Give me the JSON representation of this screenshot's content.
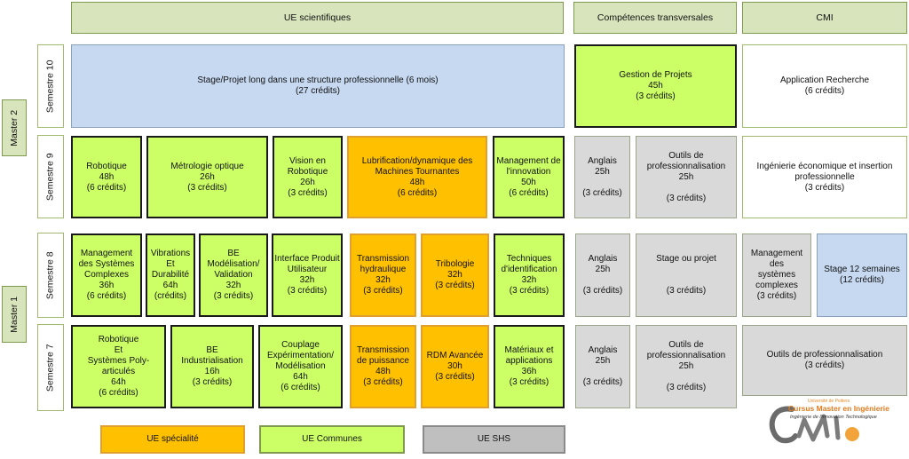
{
  "headers": {
    "ue_sci": "UE scientifiques",
    "comp": "Compétences transversales",
    "cmi": "CMI"
  },
  "masters": {
    "m2": "Master 2",
    "m1": "Master 1"
  },
  "semesters": {
    "s10": "Semestre 10",
    "s9": "Semestre 9",
    "s8": "Semestre 8",
    "s7": "Semestre 7"
  },
  "s10": {
    "stage": "Stage/Projet long dans une structure professionnelle (6 mois)\n(27 crédits)",
    "gestion": "Gestion de Projets\n45h\n(3 crédits)",
    "app_rech": "Application Recherche\n(6 crédits)"
  },
  "s9": {
    "robotique": "Robotique\n48h\n(6 crédits)",
    "metrologie": "Métrologie optique\n26h\n(3 crédits)",
    "vision": "Vision en\nRobotique\n26h\n(3 crédits)",
    "lubrification": "Lubrification/dynamique des\nMachines Tournantes\n48h\n(6 crédits)",
    "management_innov": "Management de\nl'innovation\n50h\n(6 crédits)",
    "anglais": "Anglais\n25h\n\n(3 crédits)",
    "outils": "Outils de\nprofessionnalisation\n25h\n\n(3 crédits)",
    "ingenierie": "Ingénierie économique et insertion\nprofessionnelle\n(3 crédits)"
  },
  "s8": {
    "management_sys": "Management\ndes Systèmes\nComplexes\n36h\n(6 crédits)",
    "vibrations": "Vibrations\nEt\nDurabilité\n64h\n(crédits)",
    "be_modelisation": "BE\nModélisation/\nValidation\n32h\n(3 crédits)",
    "interface": "Interface Produit\nUtilisateur\n32h\n(3 crédits)",
    "transmission_hyd": "Transmission\nhydraulique\n32h\n(3 crédits)",
    "tribologie": "Tribologie\n32h\n(3 crédits)",
    "techniques": "Techniques\nd'identification\n32h\n(3 crédits)",
    "anglais": "Anglais\n25h\n\n(3 crédits)",
    "stage_projet": "Stage ou projet\n\n\n(3 crédits)",
    "management_cmi": "Management\ndes\nsystèmes\ncomplexes\n(3 crédits)",
    "stage12": "Stage 12 semaines\n(12 crédits)"
  },
  "s7": {
    "robotique_poly": "Robotique\nEt\nSystèmes Poly-\narticulés\n64h\n(6 crédits)",
    "be_indus": "BE\nIndustrialisation\n16h\n(3 crédits)",
    "couplage": "Couplage\nExpérimentation/\nModélisation\n64h\n(6 crédits)",
    "transmission_puis": "Transmission\nde puissance\n48h\n(3 crédits)",
    "rdm": "RDM Avancée\n30h\n(3 crédits)",
    "materiaux": "Matériaux et\napplications\n36h\n(3 crédits)",
    "anglais": "Anglais\n25h\n\n(3 crédits)",
    "outils": "Outils de\nprofessionnalisation\n25h\n\n(3 crédits)",
    "outils_cmi": "Outils de professionnalisation\n(3 crédits)"
  },
  "legend": {
    "specialite": "UE spécialité",
    "communes": "UE Communes",
    "shs": "UE SHS"
  },
  "logo": {
    "university": "Université de Poitiers",
    "title": "Cursus Master en Ingénierie",
    "subtitle": "Ingénierie de l'innovation Technologique"
  },
  "colors": {
    "specialite": "#ffc000",
    "communes": "#ccff66",
    "shs": "#d9d9d9",
    "stage": "#c6d9f1",
    "header": "#d8e4bc"
  }
}
